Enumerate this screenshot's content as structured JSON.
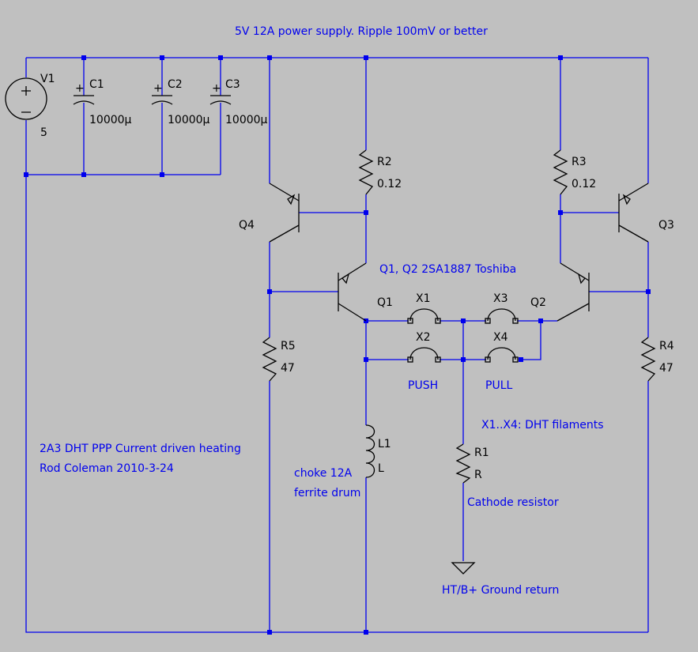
{
  "title": "5V 12A power supply. Ripple 100mV or better",
  "notes": {
    "heading_line1": "2A3 DHT PPP Current driven heating",
    "heading_line2": "Rod Coleman 2010-3-24",
    "transistor_note": "Q1, Q2 2SA1887 Toshiba",
    "choke_line1": "choke 12A",
    "choke_line2": "ferrite drum",
    "filament_note": "X1..X4: DHT filaments",
    "push": "PUSH",
    "pull": "PULL",
    "cathode_resistor": "Cathode resistor",
    "ground_return": "HT/B+ Ground return"
  },
  "components": {
    "v1": {
      "name": "V1",
      "value": "5"
    },
    "c1": {
      "name": "C1",
      "value": "10000µ"
    },
    "c2": {
      "name": "C2",
      "value": "10000µ"
    },
    "c3": {
      "name": "C3",
      "value": "10000µ"
    },
    "r2": {
      "name": "R2",
      "value": "0.12"
    },
    "r3": {
      "name": "R3",
      "value": "0.12"
    },
    "r4": {
      "name": "R4",
      "value": "47"
    },
    "r5": {
      "name": "R5",
      "value": "47"
    },
    "r1": {
      "name": "R1",
      "value": "R"
    },
    "l1": {
      "name": "L1",
      "value": "L"
    },
    "q1": {
      "name": "Q1"
    },
    "q2": {
      "name": "Q2"
    },
    "q3": {
      "name": "Q3"
    },
    "q4": {
      "name": "Q4"
    },
    "x1": {
      "name": "X1"
    },
    "x2": {
      "name": "X2"
    },
    "x3": {
      "name": "X3"
    },
    "x4": {
      "name": "X4"
    }
  },
  "colors": {
    "background": "#c0c0c0",
    "wire": "#0000ee",
    "component": "#000000"
  }
}
